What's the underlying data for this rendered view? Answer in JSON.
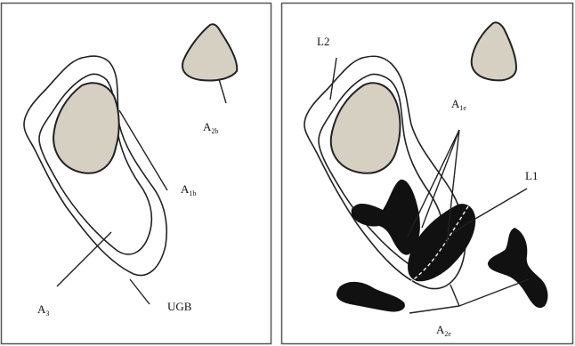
{
  "colors": {
    "background": "#ffffff",
    "frame": "#555555",
    "outline": "#222222",
    "tan_fill": "#d6d0c2",
    "dark_fill": "#111111",
    "dashed_line": "#f2f2f2"
  },
  "left_panel": {
    "labels": {
      "a2b": {
        "main": "A",
        "sub": "2b"
      },
      "a1b": {
        "main": "A",
        "sub": "1b"
      },
      "a3": {
        "main": "A",
        "sub": "3"
      },
      "ugb": "UGB"
    }
  },
  "right_panel": {
    "labels": {
      "l2": "L2",
      "l1": "L1",
      "a1e": {
        "main": "A",
        "sub": "1e"
      },
      "a2e": {
        "main": "A",
        "sub": "2e"
      }
    }
  }
}
